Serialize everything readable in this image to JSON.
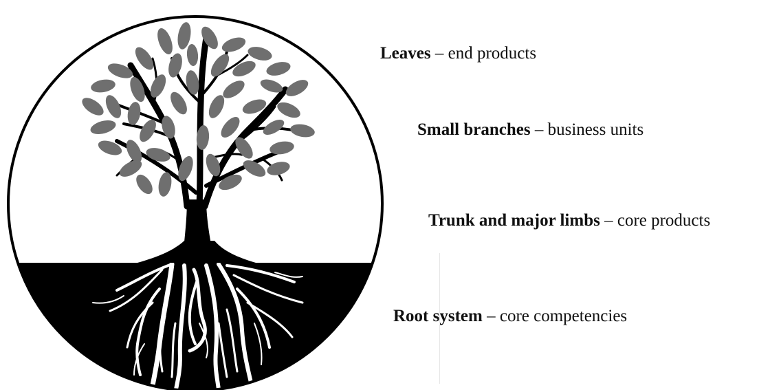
{
  "labels": [
    {
      "term": "Leaves",
      "dash": " – ",
      "description": "end products"
    },
    {
      "term": "Small branches",
      "dash": " – ",
      "description": "business units"
    },
    {
      "term": "Trunk and major limbs",
      "dash": " – ",
      "description": "core products"
    },
    {
      "term": "Root system",
      "dash": " – ",
      "description": "core competencies"
    }
  ],
  "colors": {
    "outline": "#000000",
    "leaf": "#6f6f6f",
    "ground": "#000000",
    "roots": "#ffffff",
    "background": "#ffffff"
  }
}
